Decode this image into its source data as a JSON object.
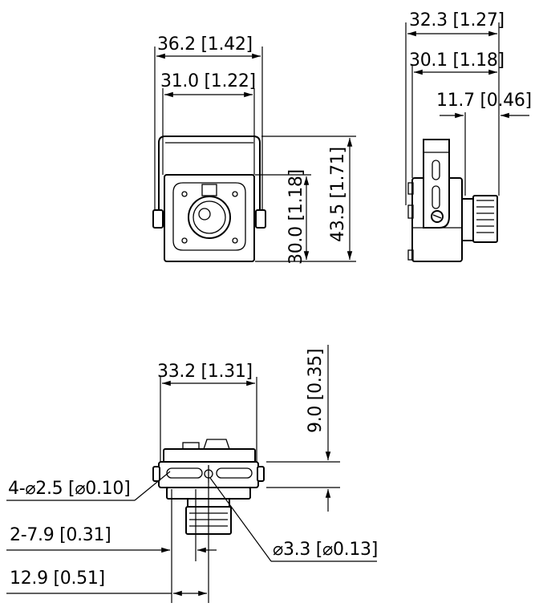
{
  "front_view": {
    "width_outer": "36.2 [1.42]",
    "width_inner": "31.0 [1.22]",
    "height_body": "30.0 [1.18]",
    "height_total": "43.5 [1.71]"
  },
  "side_view": {
    "depth_total": "32.3 [1.27]",
    "depth_body": "30.1 [1.18]",
    "lens_length": "11.7 [0.46]"
  },
  "bottom_view": {
    "width": "33.2 [1.31]",
    "mount_offset": "9.0 [0.35]",
    "slot_holes": "4-⌀2.5 [⌀0.10]",
    "center_hole": "⌀3.3 [⌀0.13]",
    "slot_spacing": "2-7.9 [0.31]",
    "hole_offset": "12.9 [0.51]"
  }
}
